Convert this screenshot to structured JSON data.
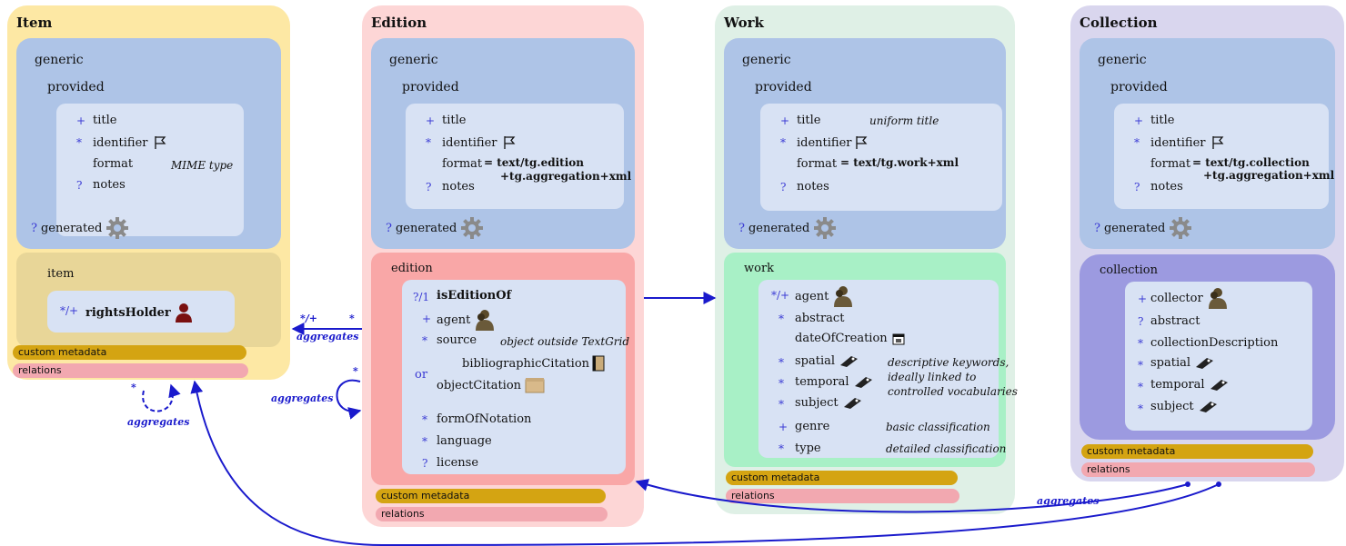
{
  "common": {
    "generic": "generic",
    "provided": "provided",
    "generated": "generated",
    "q_mark": "?",
    "custom_metadata": "custom metadata",
    "relations": "relations",
    "title": "title",
    "identifier": "identifier",
    "format": "format",
    "notes": "notes",
    "plus": "+",
    "star": "*"
  },
  "item": {
    "title": "Item",
    "format_note": "MIME type",
    "section": "item",
    "rights_mark": "*/+",
    "rights_holder": "rightsHolder"
  },
  "edition": {
    "title": "Edition",
    "format_value_1": "= text/tg.edition",
    "format_value_2": "+tg.aggregation+xml",
    "section": "edition",
    "isEditionOf_mark": "?/1",
    "isEditionOf": "isEditionOf",
    "agent": "agent",
    "source": "source",
    "source_note": "object outside TextGrid",
    "or": "or",
    "bibliographicCitation": "bibliographicCitation",
    "objectCitation": "objectCitation",
    "formOfNotation": "formOfNotation",
    "language": "language",
    "license": "license"
  },
  "work": {
    "title": "Work",
    "title_note": "uniform title",
    "format_value": "= text/tg.work+xml",
    "section": "work",
    "agent_mark": "*/+",
    "agent": "agent",
    "abstract": "abstract",
    "dateOfCreation": "dateOfCreation",
    "spatial": "spatial",
    "temporal": "temporal",
    "subject": "subject",
    "keywords_note_1": "descriptive keywords,",
    "keywords_note_2": "ideally linked to",
    "keywords_note_3": "controlled vocabularies",
    "genre": "genre",
    "genre_note": "basic classification",
    "type": "type",
    "type_note": "detailed classification"
  },
  "collection": {
    "title": "Collection",
    "format_value_1": "= text/tg.collection",
    "format_value_2": "+tg.aggregation+xml",
    "section": "collection",
    "collector": "collector",
    "abstract": "abstract",
    "collectionDescription": "collectionDescription",
    "spatial": "spatial",
    "temporal": "temporal",
    "subject": "subject"
  },
  "arrows": {
    "aggregates": "aggregates",
    "card_star_plus": "*/+",
    "card_star": "*"
  },
  "colors": {
    "item_bg": "#fde8a4",
    "edition_bg": "#fdd6d6",
    "work_bg": "#dff0e6",
    "collection_bg": "#d9d6ee",
    "generic_bg": "#aec4e7",
    "arrow": "#1a1acc"
  }
}
